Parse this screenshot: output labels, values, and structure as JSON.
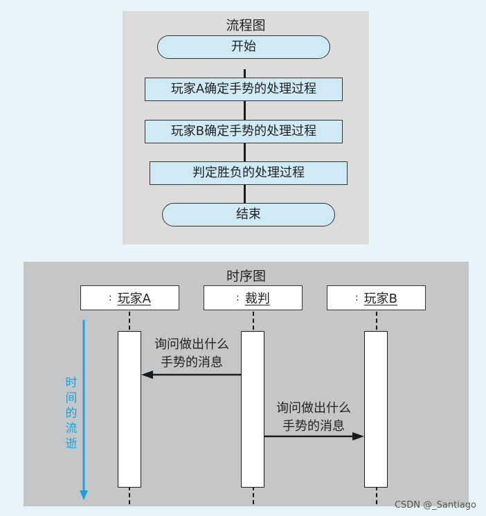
{
  "flowchart": {
    "title": "流程图",
    "start": "开始",
    "steps": [
      "玩家A确定手势的处理过程",
      "玩家B确定手势的处理过程",
      "判定胜负的处理过程"
    ],
    "end": "结束"
  },
  "sequence": {
    "title": "时序图",
    "lifelines": [
      {
        "colon": ":",
        "name": "玩家A"
      },
      {
        "colon": ":",
        "name": "裁判"
      },
      {
        "colon": ":",
        "name": "玩家B"
      }
    ],
    "messages": [
      {
        "line1": "询问做出什么",
        "line2": "手势的消息"
      },
      {
        "line1": "询问做出什么",
        "line2": "手势的消息"
      }
    ],
    "time_axis": [
      "时",
      "间",
      "的",
      "流",
      "逝"
    ]
  },
  "colors": {
    "time_axis": "#1aa0dd",
    "shape_fill": "#cfe9f5"
  },
  "watermark": "CSDN @_Santiago"
}
